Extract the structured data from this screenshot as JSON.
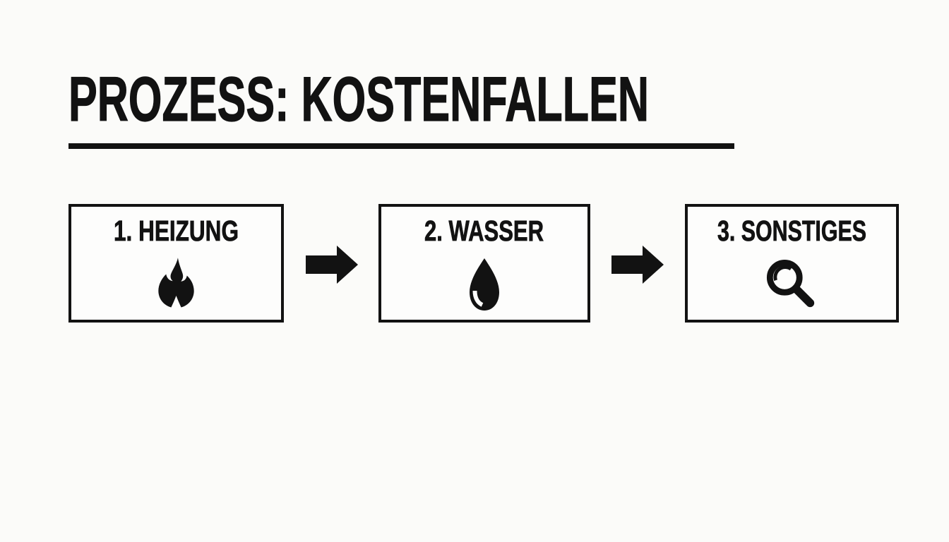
{
  "page": {
    "title": "PROZESS: KOSTENFALLEN",
    "background_color": "#fbfbf9",
    "ink_color": "#121212"
  },
  "process": {
    "steps": [
      {
        "label": "1. HEIZUNG",
        "icon": "flame-icon"
      },
      {
        "label": "2. WASSER",
        "icon": "water-drop-icon"
      },
      {
        "label": "3. SONSTIGES",
        "icon": "magnifying-glass-icon"
      }
    ],
    "connectors": [
      {
        "icon": "arrow-right-icon"
      },
      {
        "icon": "arrow-right-icon"
      }
    ]
  }
}
